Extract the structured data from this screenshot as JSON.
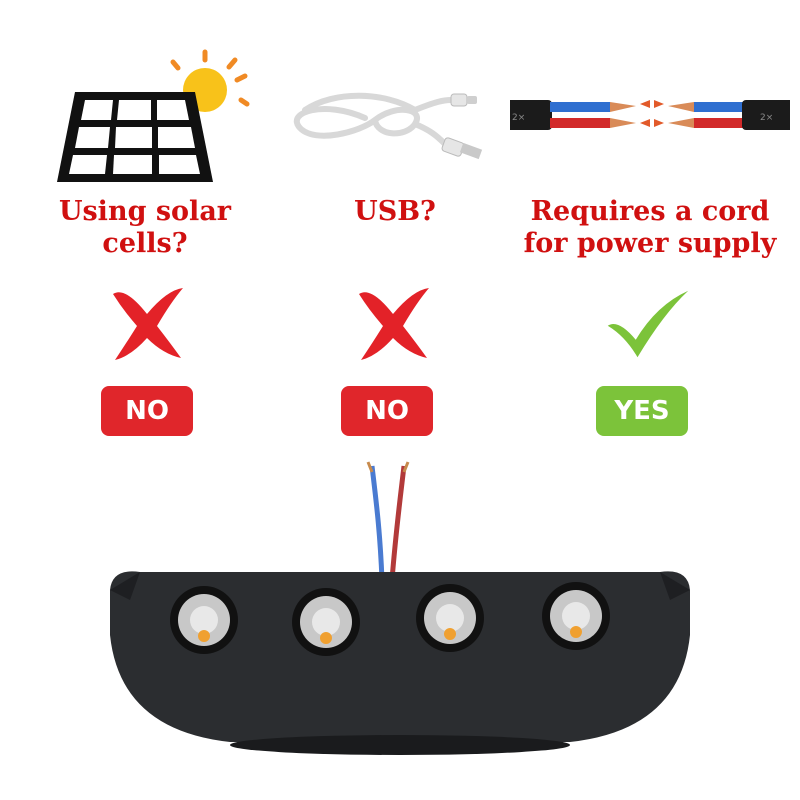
{
  "columns": [
    {
      "id": "solar",
      "question": [
        "Using solar cells?"
      ],
      "badge": "NO",
      "mark": "cross-icon"
    },
    {
      "id": "usb",
      "question": [
        "USB?"
      ],
      "badge": "NO",
      "mark": "cross-icon"
    },
    {
      "id": "cord",
      "question": [
        "Requires a cord",
        "for power supply"
      ],
      "badge": "YES",
      "mark": "check-icon"
    }
  ],
  "cable_print": {
    "left": "2×",
    "right": "2×"
  },
  "colors": {
    "question_text": "#d01010",
    "no_badge": "#e0262b",
    "yes_badge": "#7cc33a",
    "cross": "#e32228",
    "check": "#7cc33a",
    "lamp_body": "#2b2d30"
  }
}
